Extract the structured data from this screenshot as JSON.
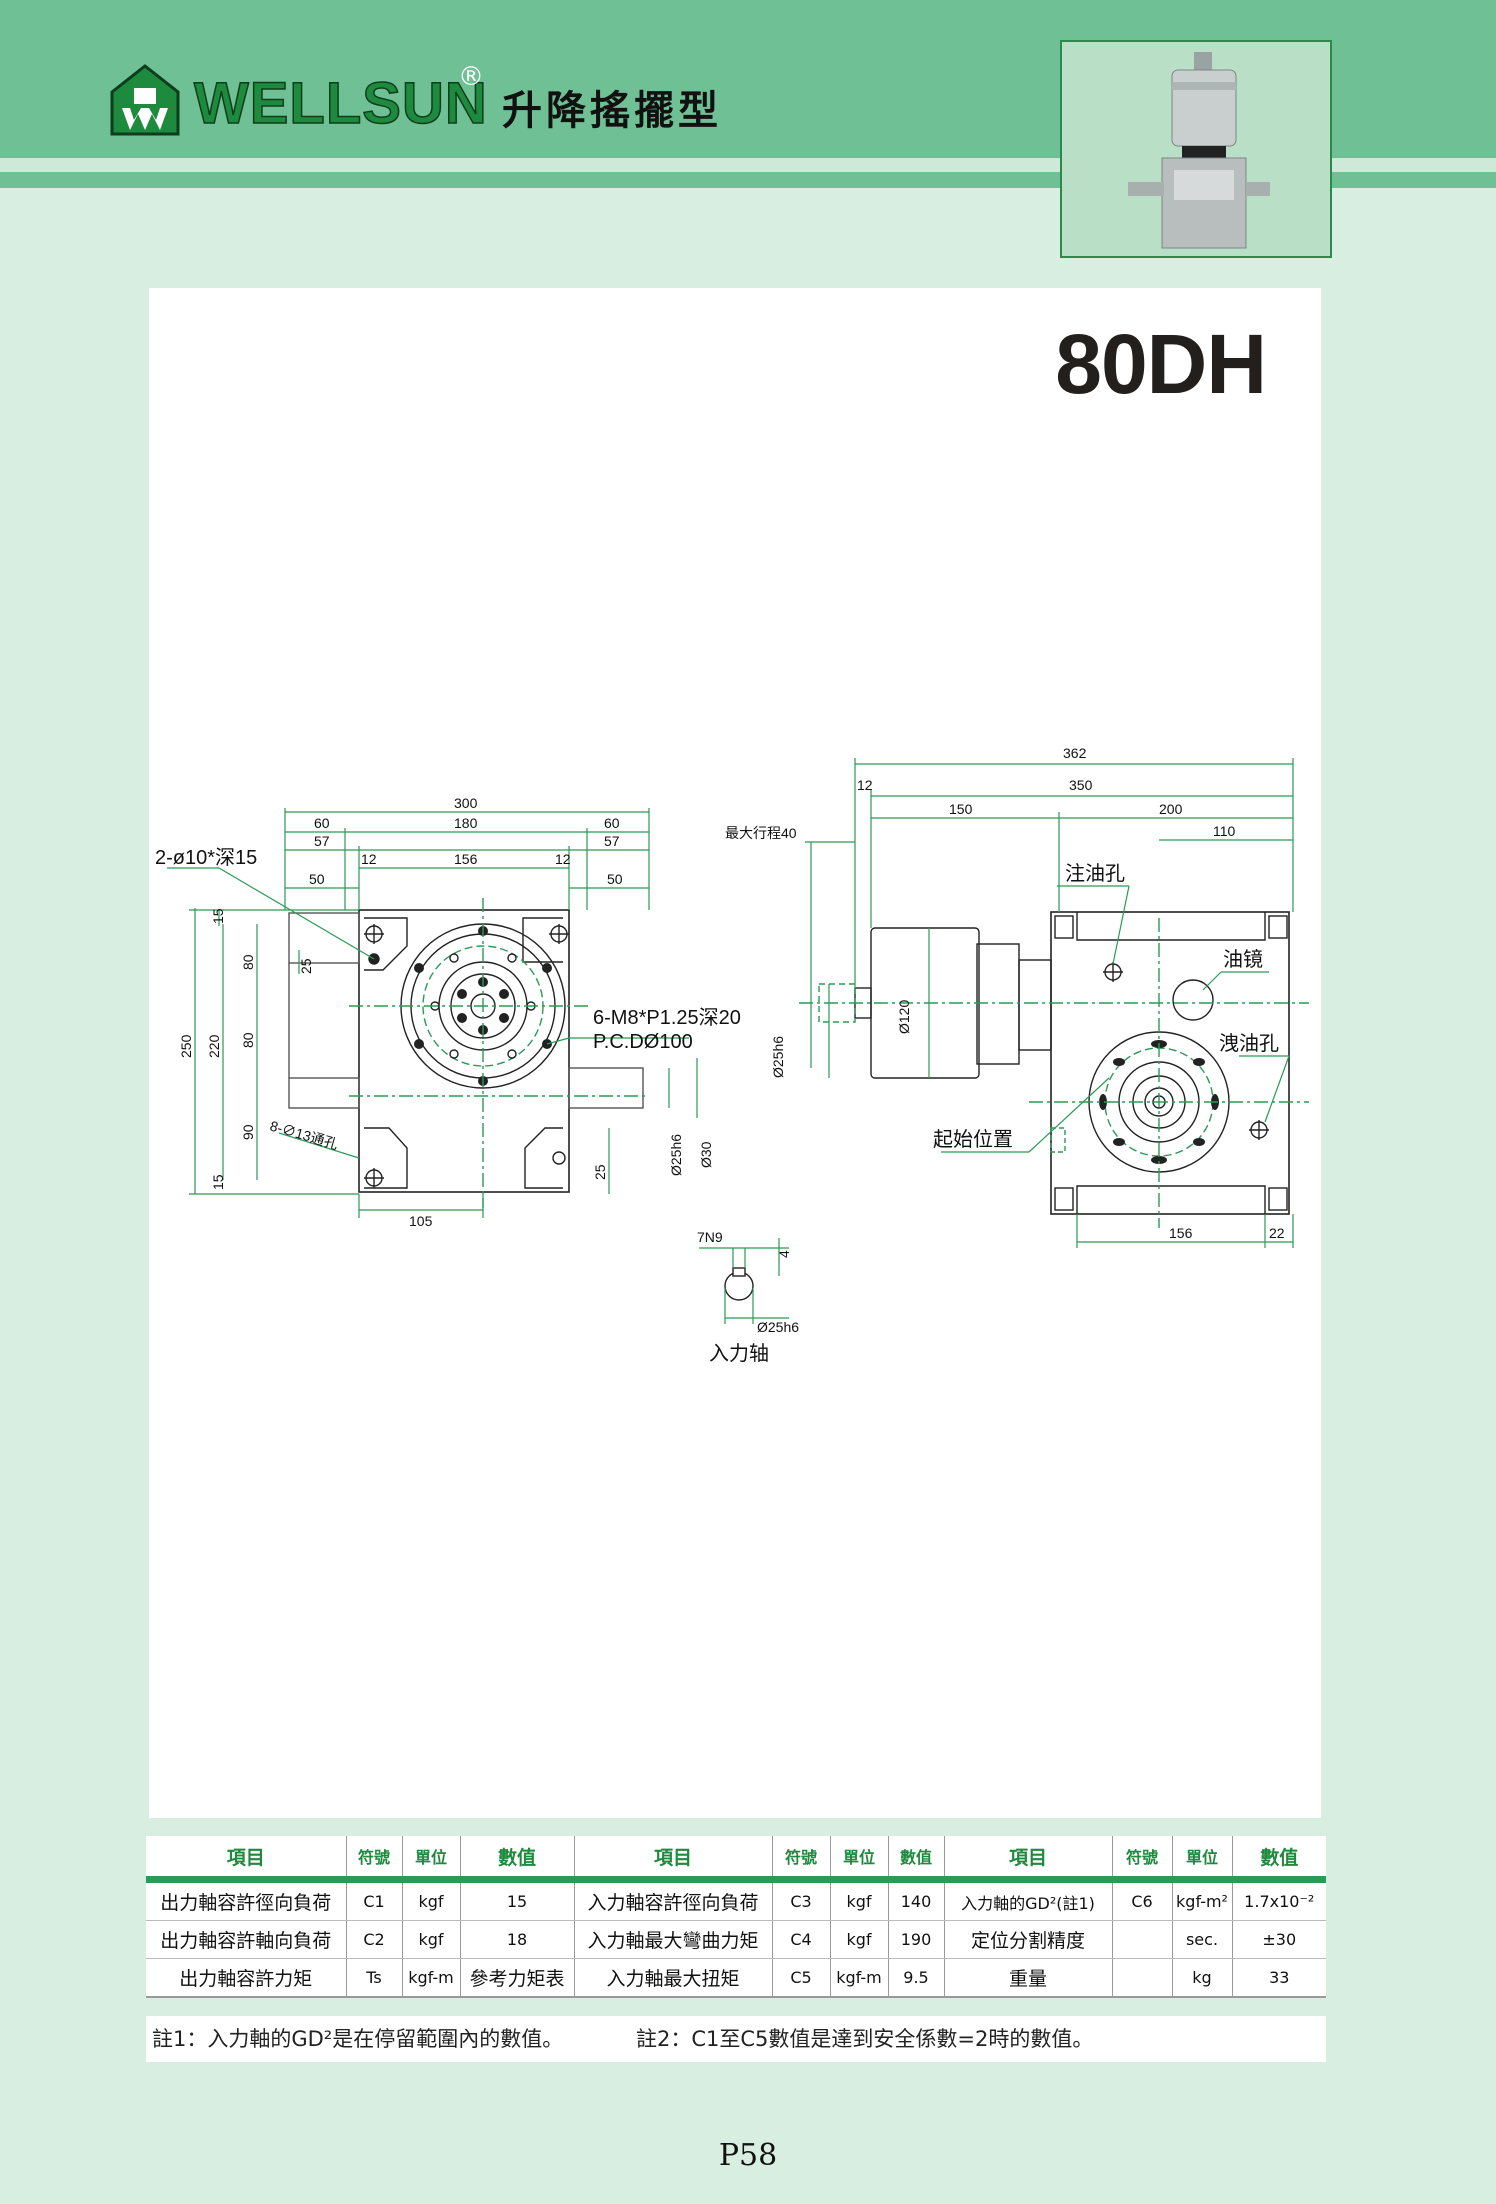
{
  "header": {
    "brand": "WELLSUN",
    "registered": "®",
    "subtitle": "升降搖擺型",
    "colors": {
      "band": "#6fc094",
      "brand_green": "#1e8a3e",
      "background": "#d8eee0"
    }
  },
  "product": {
    "model": "80DH"
  },
  "drawing": {
    "front": {
      "dims_top": [
        "300",
        "60",
        "180",
        "60",
        "57",
        "57",
        "12",
        "156",
        "12",
        "50",
        "50"
      ],
      "dims_left": [
        "250",
        "220",
        "15",
        "80",
        "80",
        "90",
        "15",
        "25"
      ],
      "dims_bottom": [
        "105"
      ],
      "dims_right": [
        "25",
        "Ø25h6",
        "Ø30"
      ],
      "callout_holes": "2-ø10*深15",
      "callout_thread": "6-M8*P1.25深20",
      "callout_pcd": "P.C.DØ100",
      "callout_through": "8-∅13通孔"
    },
    "side": {
      "dims_top": [
        "362",
        "350",
        "12",
        "150",
        "200",
        "110"
      ],
      "dims_bottom": [
        "156",
        "22"
      ],
      "max_stroke": "最大行程40",
      "dia_shaft": "Ø25h6",
      "dia_motor": "Ø120",
      "label_fill": "注油孔",
      "label_sight": "油镜",
      "label_drain": "洩油孔",
      "label_start": "起始位置"
    },
    "shaft": {
      "key": "7N9",
      "depth": "4",
      "dia": "Ø25h6",
      "label": "入力轴"
    }
  },
  "spec_table": {
    "headers": [
      "項目",
      "符號",
      "單位",
      "數值",
      "項目",
      "符號",
      "單位",
      "數值",
      "項目",
      "符號",
      "單位",
      "數值"
    ],
    "rows": [
      [
        "出力軸容許徑向負荷",
        "C1",
        "kgf",
        "15",
        "入力軸容許徑向負荷",
        "C3",
        "kgf",
        "140",
        "入力軸的GD²(註1)",
        "C6",
        "kgf-m²",
        "1.7x10⁻²"
      ],
      [
        "出力軸容許軸向負荷",
        "C2",
        "kgf",
        "18",
        "入力軸最大彎曲力矩",
        "C4",
        "kgf",
        "190",
        "定位分割精度",
        "",
        "sec.",
        "±30"
      ],
      [
        "出力軸容許力矩",
        "Ts",
        "kgf-m",
        "參考力矩表",
        "入力軸最大扭矩",
        "C5",
        "kgf-m",
        "9.5",
        "重量",
        "",
        "kg",
        "33"
      ]
    ]
  },
  "notes": {
    "note1": "註1：入力軸的GD²是在停留範圍內的數值。",
    "note2": "註2：C1至C5數值是達到安全係數=2時的數值。"
  },
  "page_number": "P58"
}
